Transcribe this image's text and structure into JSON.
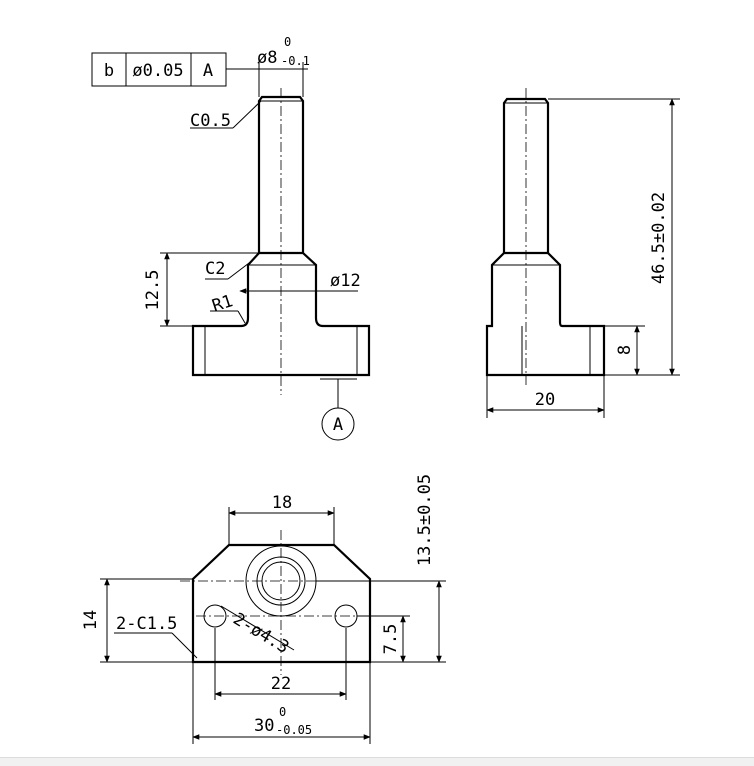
{
  "feature_control_frame": {
    "symbol": "b",
    "tolerance": "ø0.05",
    "datum": "A"
  },
  "front_view": {
    "shaft_diameter": "ø8",
    "shaft_tol_upper": "0",
    "shaft_tol_lower": "-0.1",
    "chamfer_top": "C0.5",
    "chamfer_step": "C2",
    "fillet": "R1",
    "collar_diameter": "ø12",
    "height_to_flange": "12.5",
    "datum_label": "A"
  },
  "side_view": {
    "overall_height": "46.5±0.02",
    "flange_thickness": "8",
    "width": "20"
  },
  "bottom_view": {
    "top_width": "18",
    "height_total": "13.5±0.05",
    "height": "14",
    "corner_chamfer": "2-C1.5",
    "hole_callout": "2-ø4.3",
    "hole_offset": "7.5",
    "hole_spacing": "22",
    "overall_width_base": "30",
    "overall_width_tol_upper": "0",
    "overall_width_tol_lower": "-0.05"
  }
}
